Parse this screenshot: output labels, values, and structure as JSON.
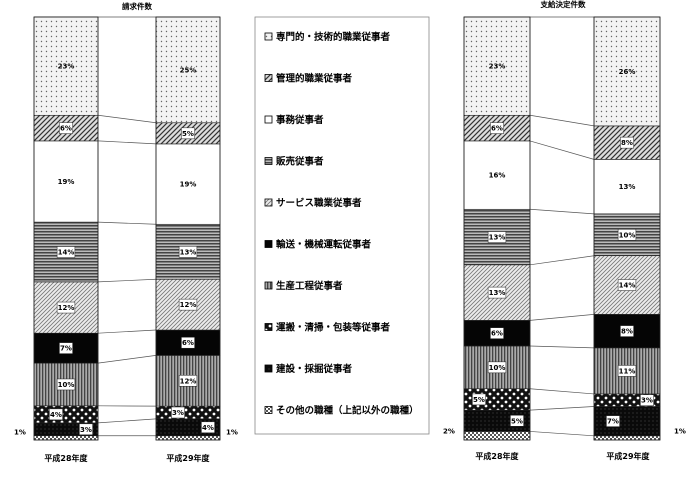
{
  "legend": [
    {
      "label": "専門的・技術的職業従事者",
      "pattern": "dots"
    },
    {
      "label": "管理的職業従事者",
      "pattern": "diag"
    },
    {
      "label": "事務従事者",
      "pattern": "white"
    },
    {
      "label": "販売従事者",
      "pattern": "hlines"
    },
    {
      "label": "サービス職業従事者",
      "pattern": "diag2"
    },
    {
      "label": "輸送・機械運転従事者",
      "pattern": "black"
    },
    {
      "label": "生産工程従事者",
      "pattern": "vlines"
    },
    {
      "label": "運搬・清掃・包装等従事者",
      "pattern": "polka"
    },
    {
      "label": "建設・採掘従事者",
      "pattern": "cross"
    },
    {
      "label": "その他の職種（上記以外の職種）",
      "pattern": "checker"
    }
  ],
  "chart_data": [
    {
      "type": "bar",
      "stacked": true,
      "percent": true,
      "title": "請求件数",
      "categories": [
        "平成28年度",
        "平成29年度"
      ],
      "series": [
        {
          "name": "その他の職種（上記以外の職種）",
          "values": [
            1,
            1
          ],
          "labels": [
            "1%",
            "1%"
          ]
        },
        {
          "name": "建設・採掘従事者",
          "values": [
            3,
            4
          ],
          "labels": [
            "3%",
            "4%"
          ]
        },
        {
          "name": "運搬・清掃・包装等従事者",
          "values": [
            4,
            3
          ],
          "labels": [
            "4%",
            "3%"
          ]
        },
        {
          "name": "生産工程従事者",
          "values": [
            10,
            12
          ],
          "labels": [
            "10%",
            "12%"
          ]
        },
        {
          "name": "輸送・機械運転従事者",
          "values": [
            7,
            6
          ],
          "labels": [
            "7%",
            "6%"
          ]
        },
        {
          "name": "サービス職業従事者",
          "values": [
            12,
            12
          ],
          "labels": [
            "12%",
            "12%"
          ]
        },
        {
          "name": "販売従事者",
          "values": [
            14,
            13
          ],
          "labels": [
            "14%",
            "13%"
          ]
        },
        {
          "name": "事務従事者",
          "values": [
            19,
            19
          ],
          "labels": [
            "19%",
            "19%"
          ]
        },
        {
          "name": "管理的職業従事者",
          "values": [
            6,
            5
          ],
          "labels": [
            "6%",
            "5%"
          ]
        },
        {
          "name": "専門的・技術的職業従事者",
          "values": [
            23,
            25
          ],
          "labels": [
            "23%",
            "25%"
          ]
        }
      ]
    },
    {
      "type": "bar",
      "stacked": true,
      "percent": true,
      "title": "支給決定件数",
      "categories": [
        "平成28年度",
        "平成29年度"
      ],
      "series": [
        {
          "name": "その他の職種（上記以外の職種）",
          "values": [
            2,
            1
          ],
          "labels": [
            "2%",
            "1%"
          ]
        },
        {
          "name": "建設・採掘従事者",
          "values": [
            5,
            7
          ],
          "labels": [
            "5%",
            "7%"
          ]
        },
        {
          "name": "運搬・清掃・包装等従事者",
          "values": [
            5,
            3
          ],
          "labels": [
            "5%",
            "3%"
          ]
        },
        {
          "name": "生産工程従事者",
          "values": [
            10,
            11
          ],
          "labels": [
            "10%",
            "11%"
          ]
        },
        {
          "name": "輸送・機械運転従事者",
          "values": [
            6,
            8
          ],
          "labels": [
            "6%",
            "8%"
          ]
        },
        {
          "name": "サービス職業従事者",
          "values": [
            13,
            14
          ],
          "labels": [
            "13%",
            "14%"
          ]
        },
        {
          "name": "販売従事者",
          "values": [
            13,
            10
          ],
          "labels": [
            "13%",
            "10%"
          ]
        },
        {
          "name": "事務従事者",
          "values": [
            16,
            13
          ],
          "labels": [
            "16%",
            "13%"
          ]
        },
        {
          "name": "管理的職業従事者",
          "values": [
            6,
            8
          ],
          "labels": [
            "6%",
            "8%"
          ]
        },
        {
          "name": "専門的・技術的職業従事者",
          "values": [
            23,
            26
          ],
          "labels": [
            "23%",
            "26%"
          ]
        }
      ]
    }
  ]
}
